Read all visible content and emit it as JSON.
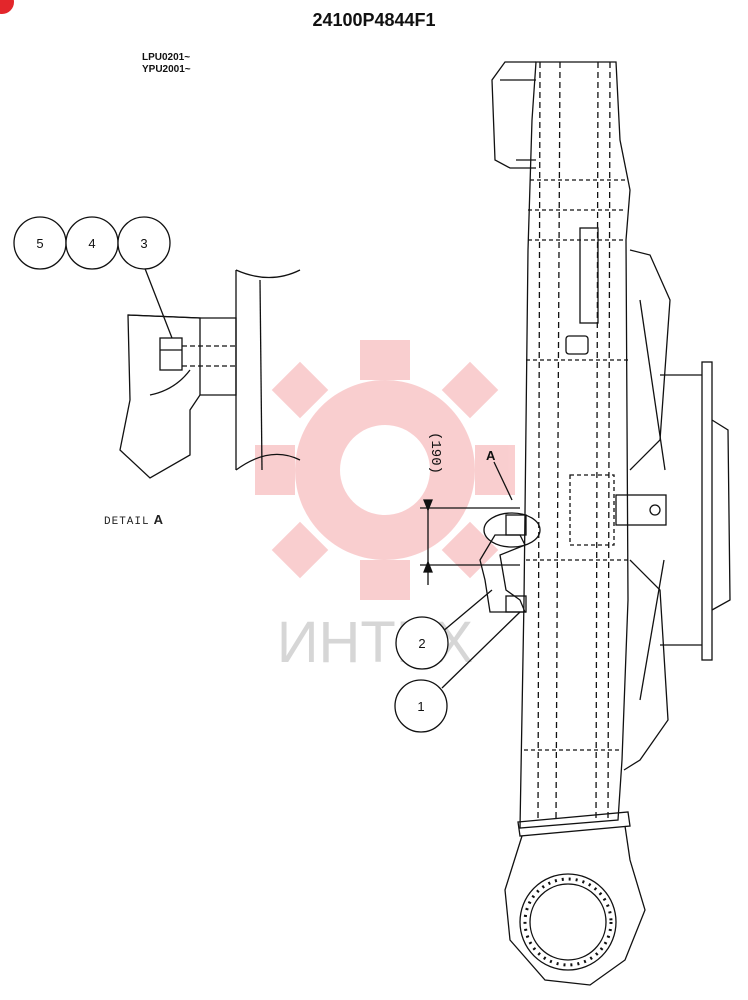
{
  "header": {
    "title": "24100P4844F1"
  },
  "serials": [
    "LPU0201~",
    "YPU2001~"
  ],
  "detail": {
    "label": "DETAIL",
    "letter": "A"
  },
  "dimension": {
    "value": "(190)"
  },
  "section_marker": "A",
  "callouts": [
    "1",
    "2",
    "3",
    "4",
    "5"
  ],
  "watermark": {
    "text": "ИНТЕХ",
    "color": "#e8262b"
  }
}
